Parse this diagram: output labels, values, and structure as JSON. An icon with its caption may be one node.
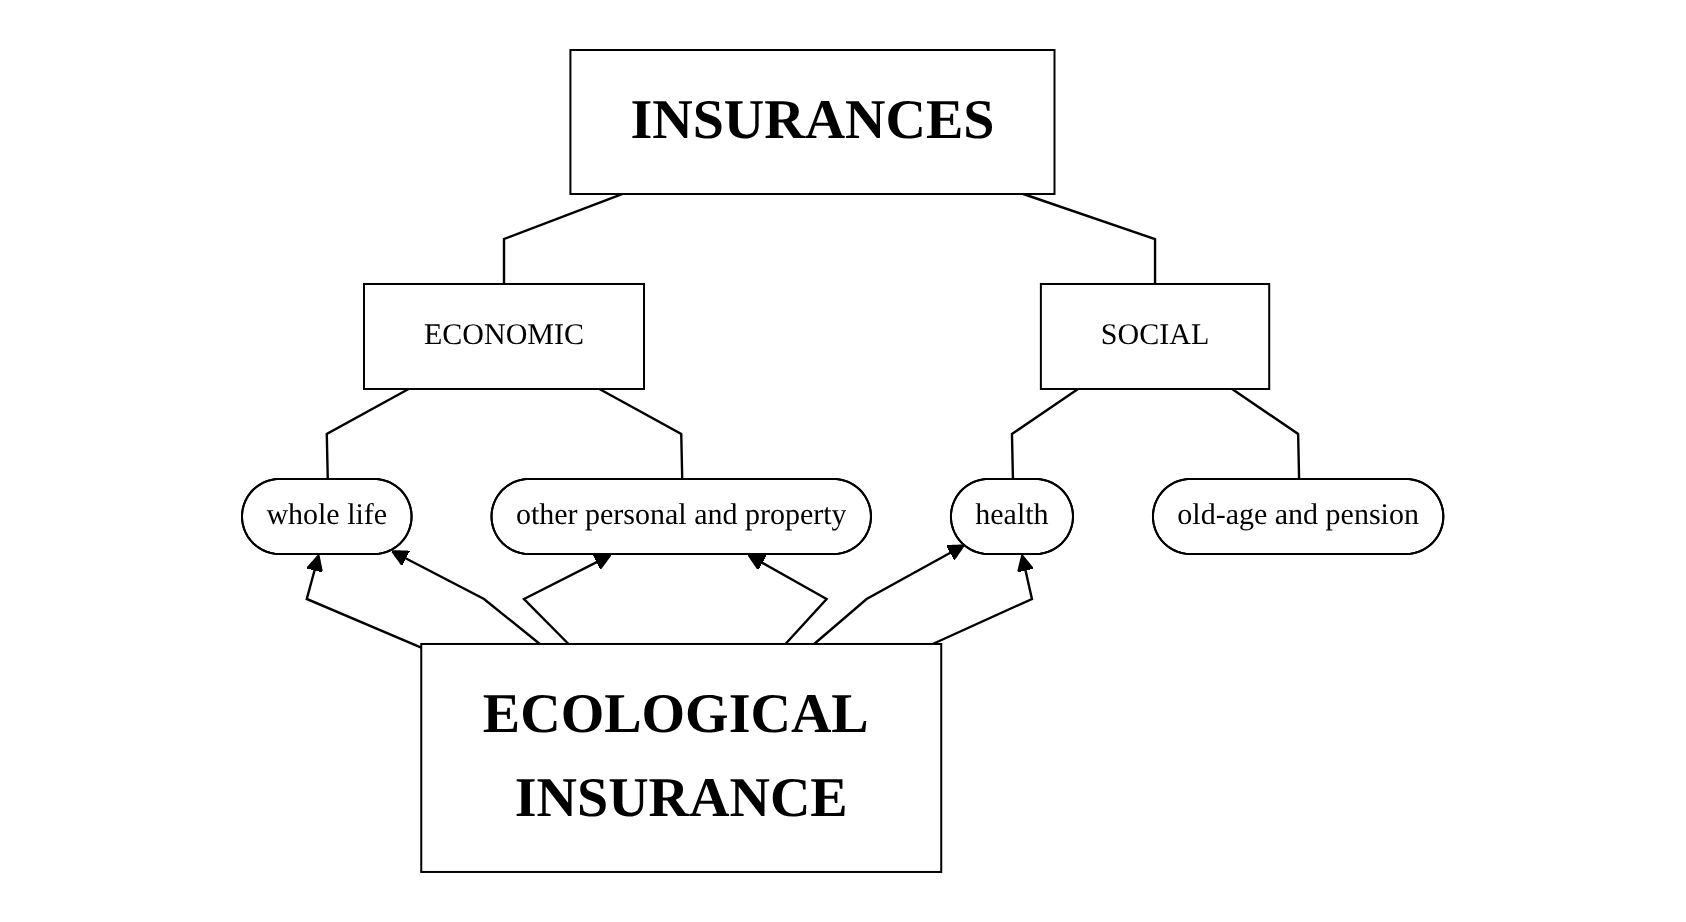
{
  "diagram": {
    "nodes": [
      {
        "text": [
          "INSURANCES"
        ]
      },
      {
        "text": [
          "ECONOMIC"
        ]
      },
      {
        "text": [
          "SOCIAL"
        ]
      },
      {
        "text": [
          "whole life"
        ]
      },
      {
        "text": [
          "other personal and property"
        ]
      },
      {
        "text": [
          "health"
        ]
      },
      {
        "text": [
          "old-age and pension"
        ]
      },
      {
        "text": [
          "ECOLOGICAL INSURANCE"
        ]
      }
    ],
    "edges": [
      {
        "from": 0,
        "to": 1,
        "arrow": "none"
      },
      {
        "from": 0,
        "to": 2,
        "arrow": "none"
      },
      {
        "from": 1,
        "to": 3,
        "arrow": "none"
      },
      {
        "from": 1,
        "to": 4,
        "arrow": "none"
      },
      {
        "from": 2,
        "to": 5,
        "arrow": "none"
      },
      {
        "from": 2,
        "to": 6,
        "arrow": "none"
      },
      {
        "from": 7,
        "to": 3,
        "arrow": "to"
      },
      {
        "from": 7,
        "to": 3,
        "arrow": "to"
      },
      {
        "from": 7,
        "to": 4,
        "arrow": "to"
      },
      {
        "from": 7,
        "to": 4,
        "arrow": "to"
      },
      {
        "from": 7,
        "to": 5,
        "arrow": "to"
      },
      {
        "from": 7,
        "to": 5,
        "arrow": "to"
      }
    ]
  }
}
